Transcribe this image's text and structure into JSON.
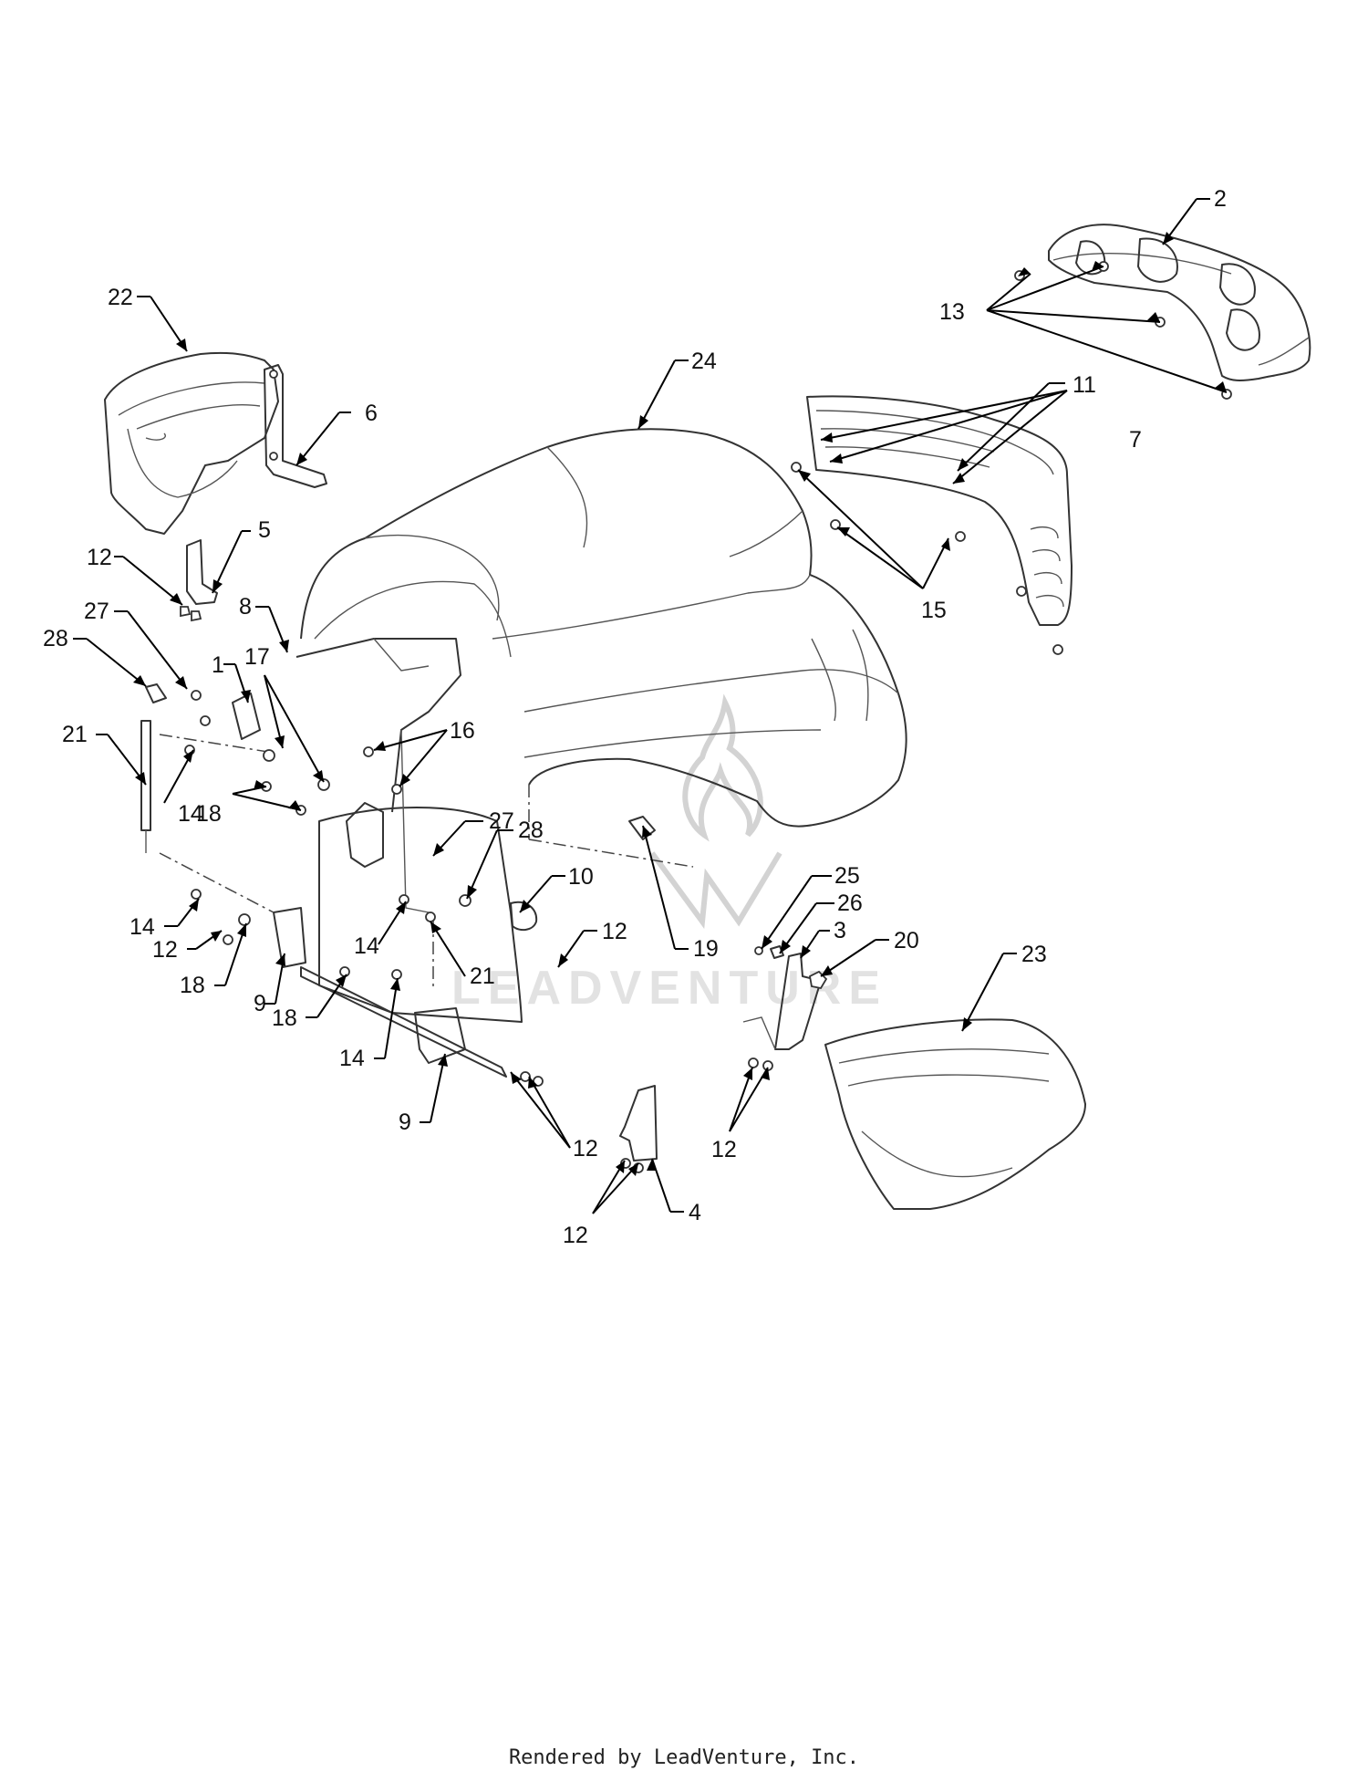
{
  "callouts": {
    "c1": "1",
    "c2": "2",
    "c3": "3",
    "c4": "4",
    "c5": "5",
    "c6": "6",
    "c7": "7",
    "c8": "8",
    "c9a": "9",
    "c9b": "9",
    "c10": "10",
    "c11": "11",
    "c12a": "12",
    "c12b": "12",
    "c12c": "12",
    "c12d": "12",
    "c12e": "12",
    "c12f": "12",
    "c13": "13",
    "c14a": "14",
    "c14b": "14",
    "c14c": "14",
    "c14d": "14",
    "c15": "15",
    "c16": "16",
    "c17": "17",
    "c18a": "18",
    "c18b": "18",
    "c18c": "18",
    "c19": "19",
    "c20": "20",
    "c21a": "21",
    "c21b": "21",
    "c22": "22",
    "c23": "23",
    "c24": "24",
    "c25": "25",
    "c26": "26",
    "c27a": "27",
    "c27b": "27",
    "c28a": "28",
    "c28b": "28"
  },
  "watermark": "LEADVENTURE",
  "footer": "Rendered by LeadVenture, Inc.",
  "colors": {
    "line": "#333333",
    "watermark": "#d3d3d3",
    "background": "#ffffff"
  }
}
